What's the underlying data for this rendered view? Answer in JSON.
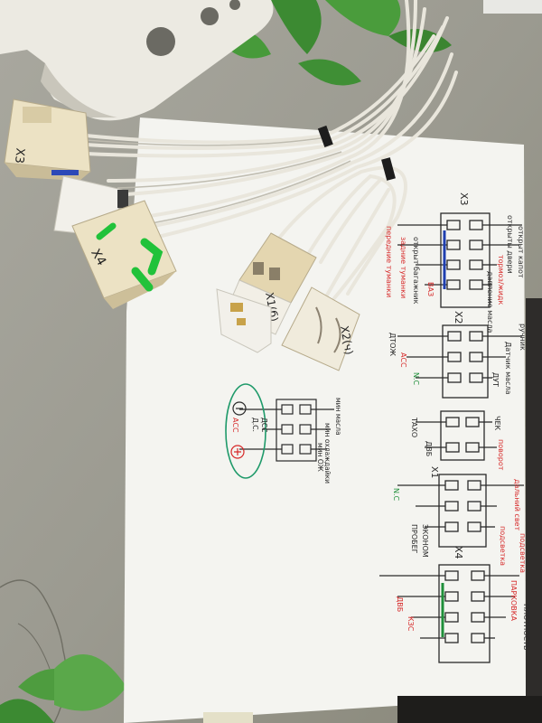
{
  "colors": {
    "table": "#9a9a90",
    "paper": "#f4f4f0",
    "plastic": "#ece2c4",
    "wire": "#e9e6dc",
    "ink_black": "#2a2a2a",
    "ink_red": "#d62828",
    "ink_blue": "#1f3fb0",
    "ink_green": "#1f8f3a",
    "marker_green": "#21c23a",
    "leaf": "#3c8a32"
  },
  "connectors": {
    "x3": "X3",
    "x4": "X4",
    "x1": "X1(б)",
    "x2": "X2(ч)"
  },
  "diagram": {
    "x3_label": "X3",
    "x2_label": "X2",
    "x1_label": "X1",
    "x4_label": "X4",
    "x3_red_left_1": "передние туманки",
    "x3_red_left_2": "задние туманки",
    "x3_black_left": "открыт багажник",
    "x3_red_mid": "ВАЗ",
    "x3_black_right_1": "открыты двери",
    "x3_black_right_2": "открыт капот",
    "x3_red_right": "тормоз/жидк",
    "x3_black_right_3": "давление масла",
    "x2_left_1": "ДТОЖ",
    "x2_left_2": "АСС",
    "x2_left_3": "N.C",
    "x2_right_1": "ручник",
    "x2_right_2": "Датчик масла",
    "x2_right_3": "ДУТ",
    "x1_left_1": "ТАХО",
    "x1_left_2": "ДВБ",
    "x1_right_1": "ЧЕК",
    "x1_right_2": "поворот",
    "x1_left_3": "N.C",
    "x1_right_3": "дальний свет",
    "x4_left_1": "ПРОБЕГ",
    "x4_left_2": "ЭКОНОМ",
    "x4_right_1": "подсветка",
    "x4_right_2": "подсветка",
    "x4_left_3": "ДВБ",
    "x4_left_4": "КЗС",
    "x4_right_3": "ПАРКОВКА",
    "x4_right_4": "ПЛОТНОСТЬ",
    "small_1": "мин масла",
    "small_2": "мин охлаждайки",
    "small_3": "ДСС",
    "small_4": "Д.С.",
    "small_5": "мин ОЖ",
    "small_6": "АСС"
  }
}
